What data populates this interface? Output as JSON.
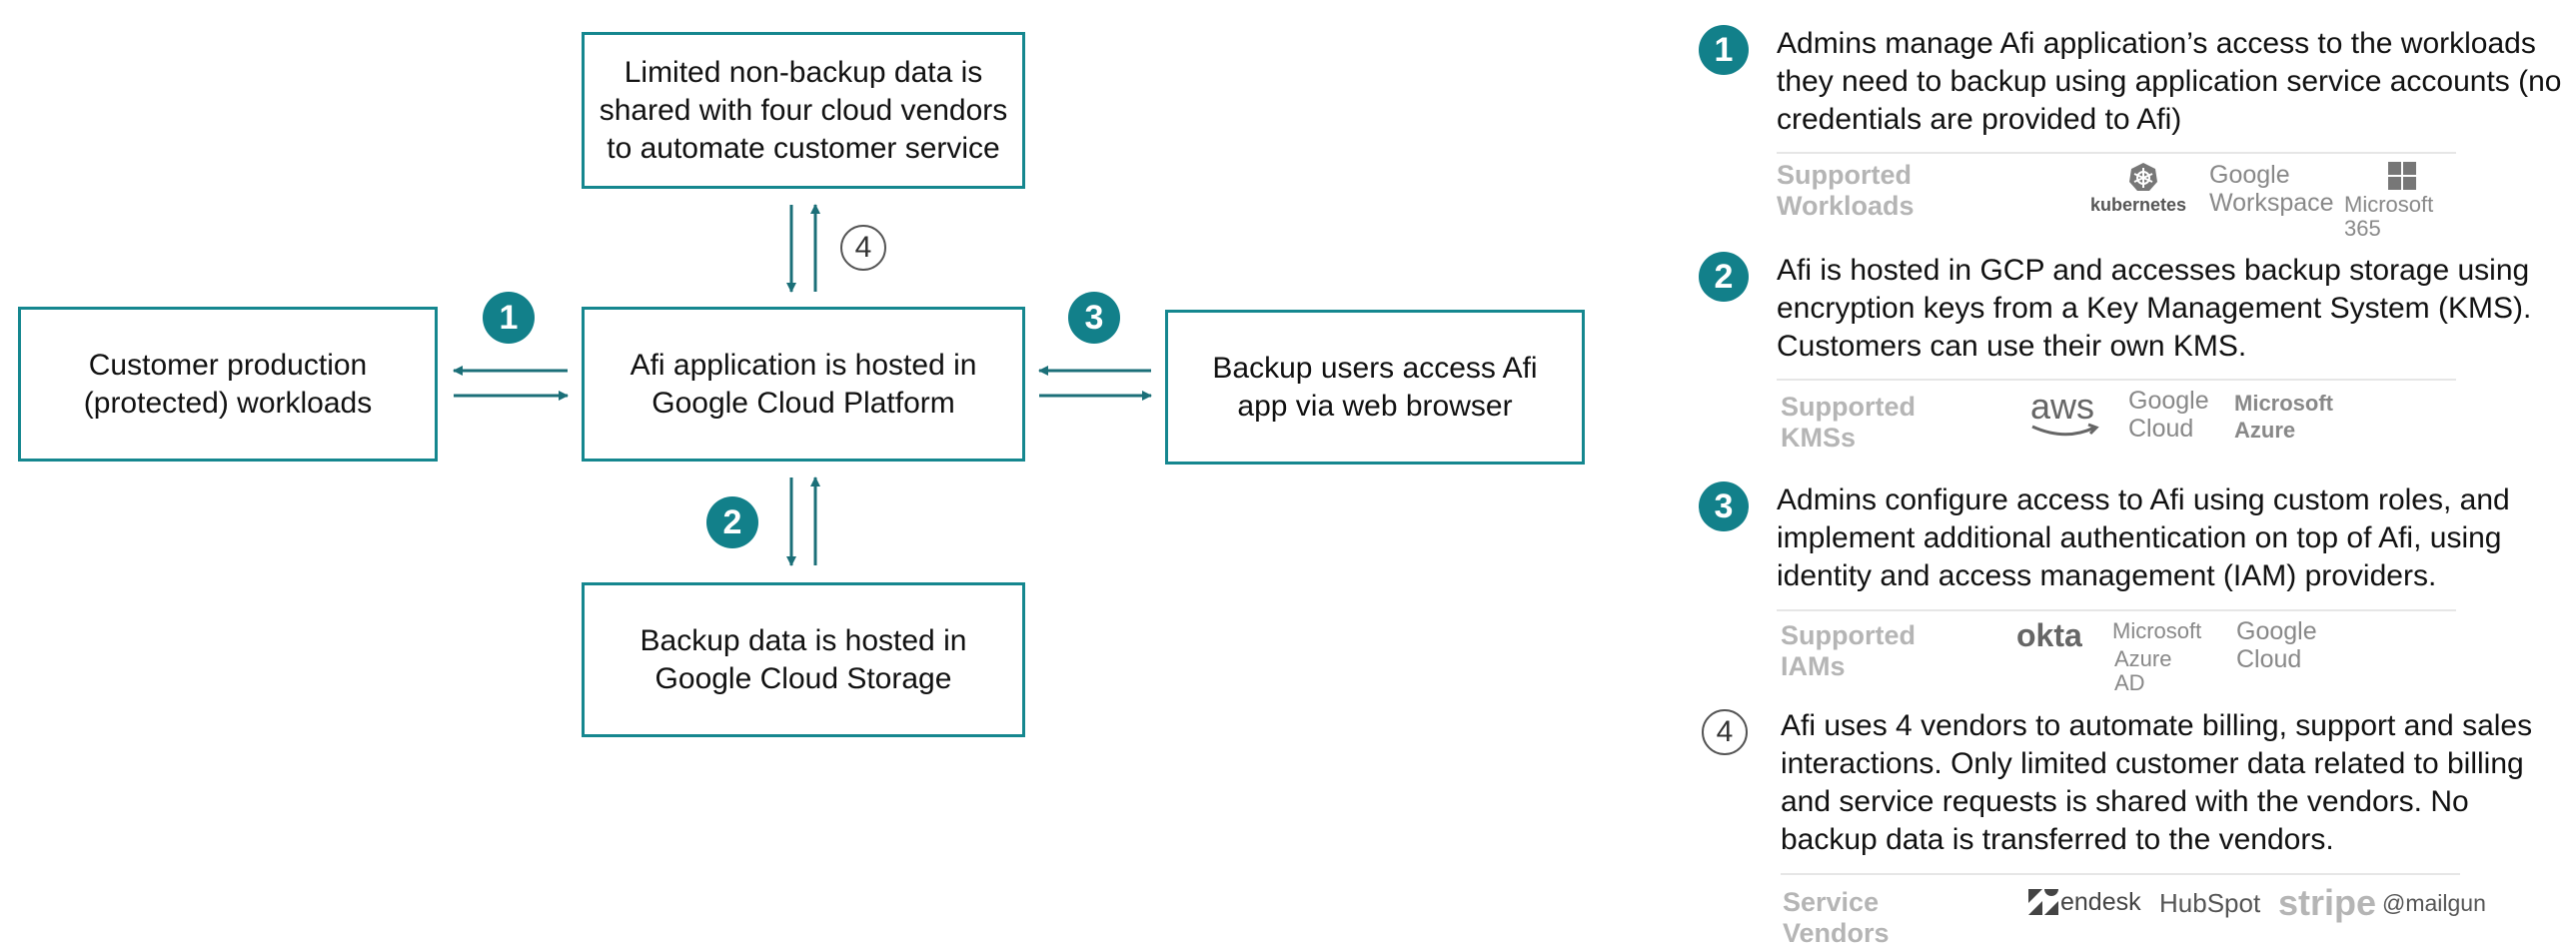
{
  "diagram": {
    "boxes": {
      "vendors": "Limited non-backup data is\nshared with four cloud vendors\nto automate customer service",
      "workloads": "Customer production\n(protected) workloads",
      "afi": "Afi application is hosted in\nGoogle Cloud Platform",
      "users": "Backup users access Afi\napp via web browser",
      "storage": "Backup data is hosted in\nGoogle Cloud Storage"
    },
    "badges": {
      "b1": "1",
      "b2": "2",
      "b3": "3",
      "b4": "4"
    }
  },
  "legend": [
    {
      "number": "1",
      "text": "Admins manage Afi application’s access to the workloads they need to backup using application service accounts (no credentials are provided to Afi)",
      "support_label": "Supported Workloads",
      "logos": [
        "kubernetes",
        "Google Workspace",
        "Microsoft 365"
      ]
    },
    {
      "number": "2",
      "text": "Afi is hosted in GCP and accesses backup storage using encryption keys from a Key Management System (KMS). Customers can use their own KMS.",
      "support_label": "Supported KMSs",
      "logos": [
        "aws",
        "Google Cloud",
        "Microsoft Azure"
      ]
    },
    {
      "number": "3",
      "text": "Admins configure access to Afi using custom roles, and implement additional authentication on top of Afi, using identity and access management (IAM) providers.",
      "support_label": "Supported IAMs",
      "logos": [
        "okta",
        "Microsoft Azure AD",
        "Google Cloud"
      ]
    },
    {
      "number": "4",
      "text": "Afi uses 4 vendors to automate billing, support and sales interactions. Only limited customer data related to billing and service requests is shared with the vendors. No backup data is transferred to the vendors.",
      "support_label": "Service Vendors",
      "logos": [
        "zendesk",
        "HubSpot",
        "stripe",
        "@mailgun"
      ]
    }
  ],
  "logo_text": {
    "kubernetes": "kubernetes",
    "google": "Google",
    "workspace": "Workspace",
    "ms365": "Microsoft 365",
    "aws": "aws",
    "cloud": "Cloud",
    "microsoft": "Microsoft",
    "azure": "Azure",
    "okta": "okta",
    "azure_ad": "Azure AD",
    "zendesk": "endesk",
    "hubspot": "HubSpot",
    "stripe": "stripe",
    "mailgun": "@mailgun"
  },
  "colors": {
    "accent": "#12808a",
    "box_border": "#15878f",
    "arrow": "#1b6f78",
    "muted": "#b5b5b5"
  }
}
